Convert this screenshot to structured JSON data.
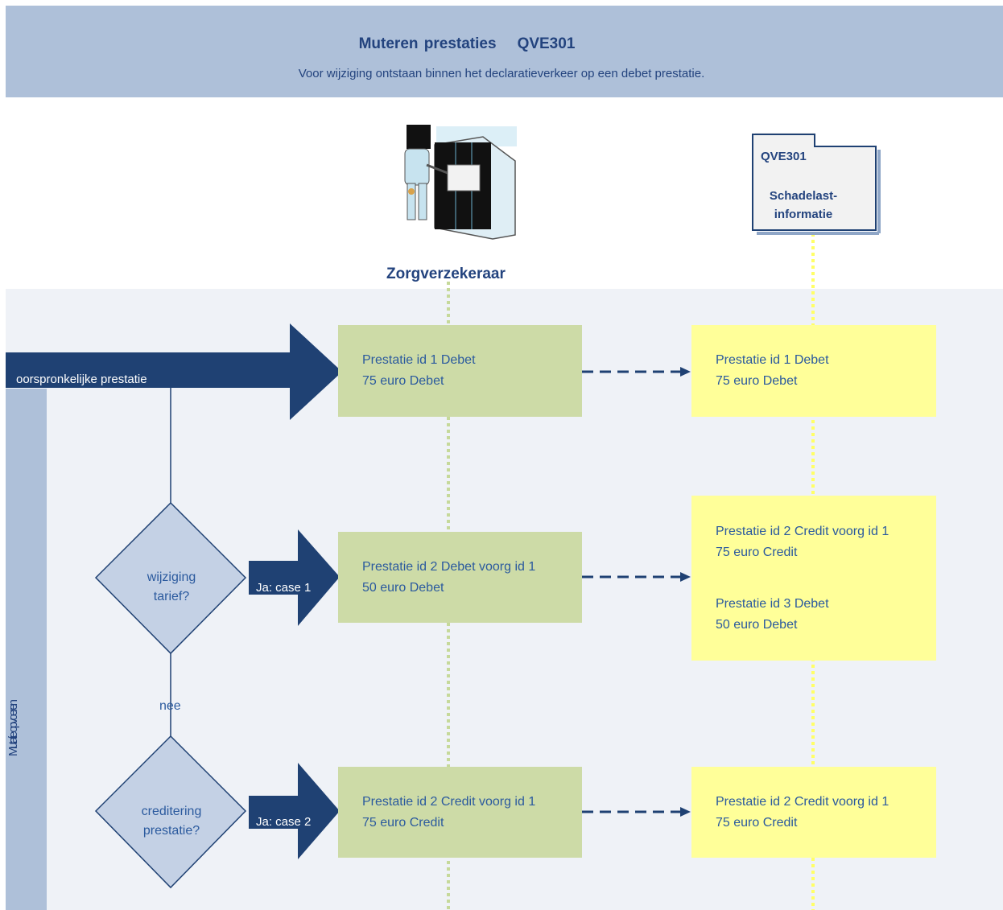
{
  "header": {
    "title": "Muteren prestaties",
    "code": "QVE301",
    "subtitle": "Voor wijziging ontstaan binnen het declaratieverkeer op een debet prestatie."
  },
  "actor": {
    "label": "Zorgverzekeraar",
    "icon": "person-at-computer-icon"
  },
  "document": {
    "code": "QVE301",
    "name_line1": "Schadelast-",
    "name_line2": "informatie",
    "icon": "document-icon"
  },
  "side_label": "Mutatie opvoeren",
  "flow": {
    "input_label": "oorspronkelijke prestatie",
    "decision1": {
      "line1": "wijziging",
      "line2": "tarief?"
    },
    "decision2": {
      "line1": "creditering",
      "line2": "prestatie?"
    },
    "no_label": "nee",
    "case1_label": "Ja: case 1",
    "case2_label": "Ja: case 2"
  },
  "actor_boxes": [
    {
      "line1": "Prestatie id 1 Debet",
      "line2": "75 euro Debet"
    },
    {
      "line1": "Prestatie id 2 Debet voorg id 1",
      "line2": "50 euro Debet"
    },
    {
      "line1": "Prestatie id 2 Credit voorg id 1",
      "line2": "75 euro Credit"
    }
  ],
  "document_boxes": [
    {
      "line1": "Prestatie id 1 Debet",
      "line2": "75 euro Debet"
    },
    {
      "line1": "Prestatie id 2 Credit voorg id 1",
      "line2": "75 euro Credit",
      "line3": "Prestatie id 3 Debet",
      "line4": "50 euro Debet"
    },
    {
      "line1": "Prestatie id 2 Credit voorg id 1",
      "line2": "75 euro Credit"
    }
  ],
  "colors": {
    "header_bg": "#aec0d9",
    "lane_bg": "#eff2f7",
    "actor_box": "#cddba7",
    "document_box": "#ffff99",
    "arrow": "#1f4173",
    "text": "#2b5a9e"
  }
}
